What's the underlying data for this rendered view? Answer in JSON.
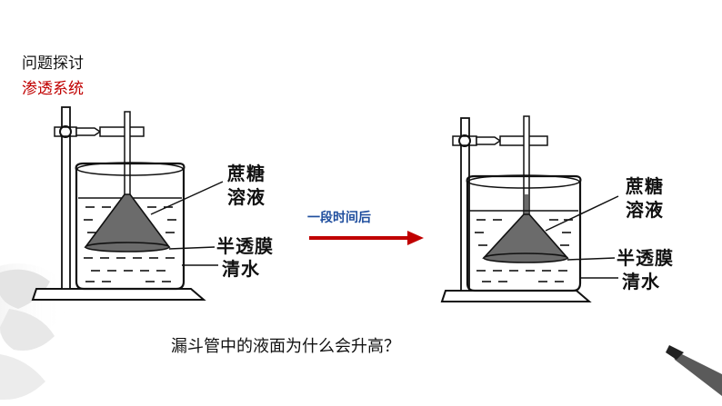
{
  "heading": "问题探讨",
  "subheading": "渗透系统",
  "left_apparatus": {
    "label_sucrose_line1": "蔗糖",
    "label_sucrose_line2": "溶液",
    "label_membrane": "半透膜",
    "label_water": "清水"
  },
  "arrow_label": "一段时间后",
  "right_apparatus": {
    "label_sucrose_line1": "蔗糖",
    "label_sucrose_line2": "溶液",
    "label_membrane": "半透膜",
    "label_water": "清水"
  },
  "question": "漏斗管中的液面为什么会升高？",
  "colors": {
    "heading": "#111111",
    "subheading": "#c00000",
    "arrow": "#c00000",
    "arrow_label": "#1f4e9e",
    "solution": "#6b6b6b"
  }
}
